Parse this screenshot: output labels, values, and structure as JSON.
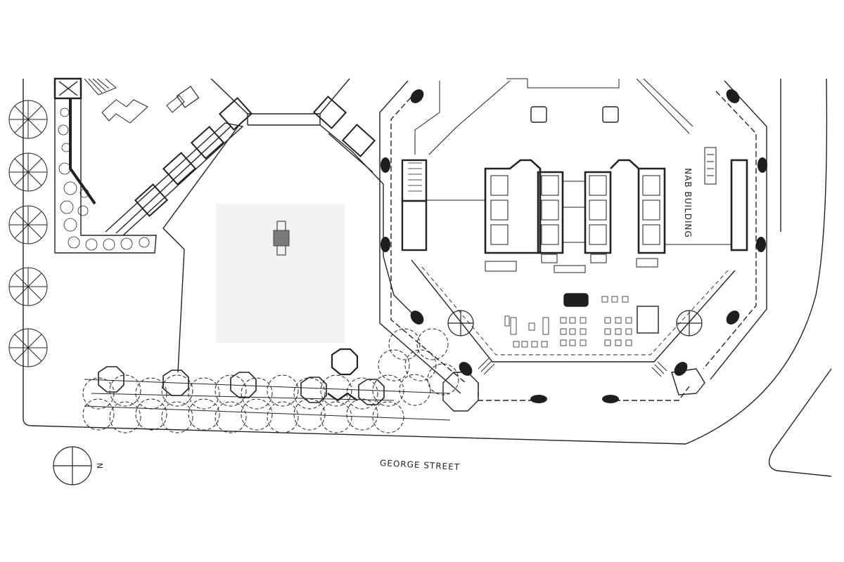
{
  "plan": {
    "street_label": "GEORGE STREET",
    "building_label": "NAB BUILDING",
    "north_label": "N"
  },
  "colors": {
    "line": "#222222",
    "plaza_fill": "#f2f2f2",
    "feature_fill": "#7a7a7a",
    "dark_fill": "#1e1e1e"
  }
}
